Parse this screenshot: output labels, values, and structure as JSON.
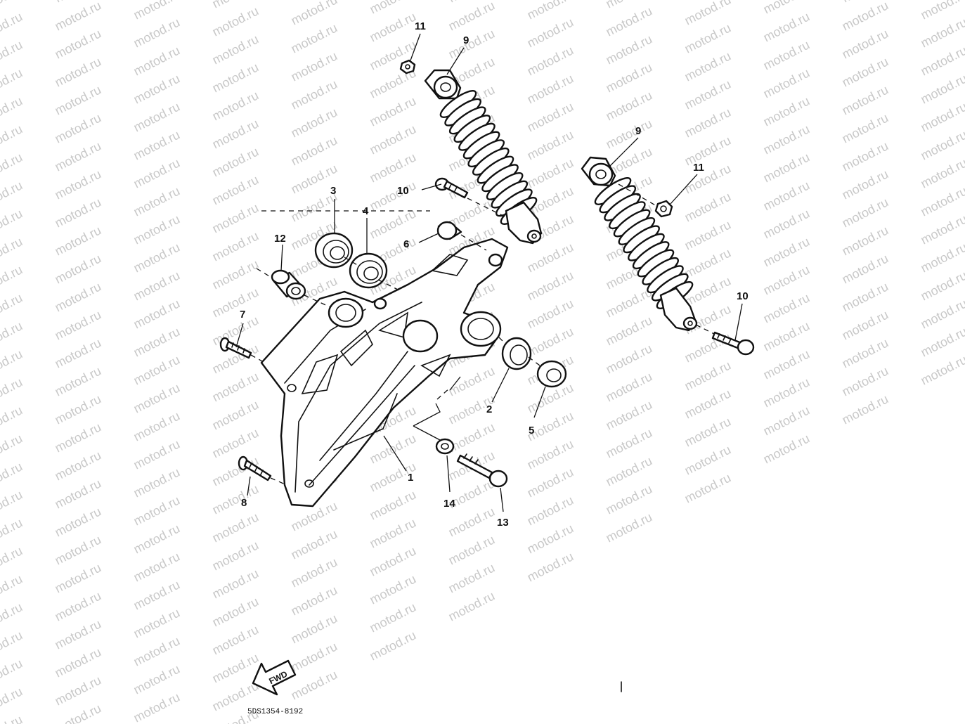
{
  "watermark": "motod.ru",
  "drawing_code": "5DS1354-8192",
  "fwd_label": "FWD",
  "callouts": {
    "c1": "1",
    "c2": "2",
    "c3": "3",
    "c4": "4",
    "c5": "5",
    "c6": "6",
    "c7": "7",
    "c8": "8",
    "c9a": "9",
    "c9b": "9",
    "c10a": "10",
    "c10b": "10",
    "c11a": "11",
    "c11b": "11",
    "c12": "12",
    "c13": "13",
    "c14": "14"
  }
}
